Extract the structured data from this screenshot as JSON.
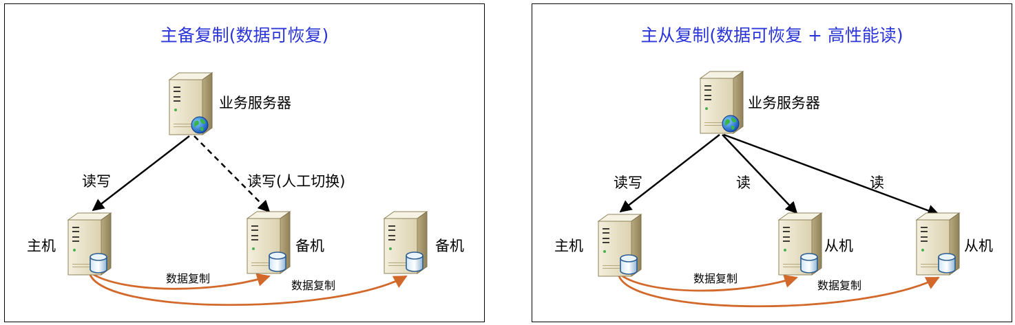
{
  "left": {
    "title": "主备复制(数据可恢复)",
    "server_label": "业务服务器",
    "primary_label": "主机",
    "backup_label_1": "备机",
    "backup_label_2": "备机",
    "rw_label": "读写",
    "rw_manual_label": "读写(人工切换)",
    "repl_label_1": "数据复制",
    "repl_label_2": "数据复制"
  },
  "right": {
    "title": "主从复制(数据可恢复 + 高性能读)",
    "server_label": "业务服务器",
    "primary_label": "主机",
    "slave_label_1": "从机",
    "slave_label_2": "从机",
    "rw_label": "读写",
    "read_label_1": "读",
    "read_label_2": "读",
    "repl_label_1": "数据复制",
    "repl_label_2": "数据复制"
  },
  "icons": {
    "server": "server-tower-icon",
    "globe": "globe-icon",
    "database": "database-cylinder-icon"
  },
  "colors": {
    "title": "#2a34d8",
    "replication_arrow": "#d2692a",
    "request_arrow": "#000000",
    "server_body": "#e9e1c6",
    "server_shadow": "#b5a67c"
  }
}
